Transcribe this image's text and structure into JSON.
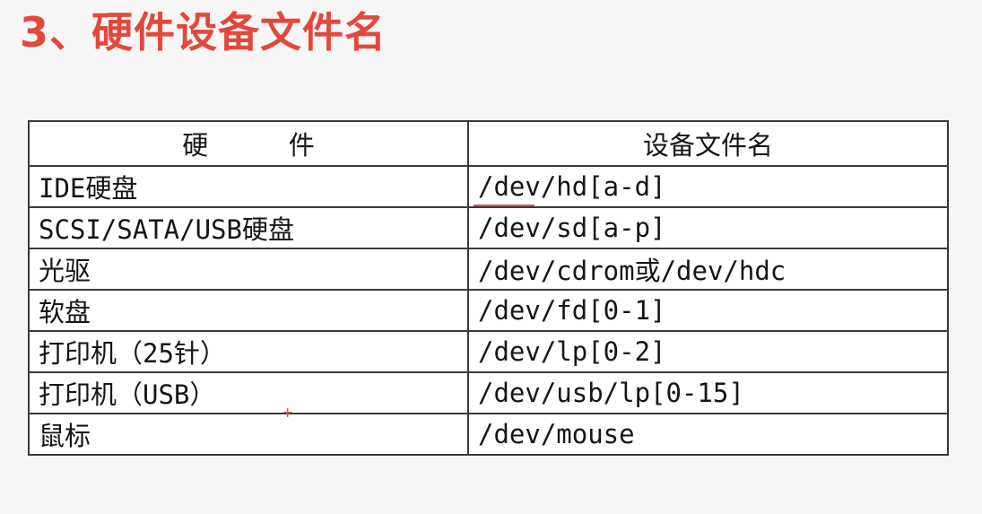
{
  "title": "3、硬件设备文件名",
  "table": {
    "headers": {
      "hardware": "硬 件",
      "device_file": "设备文件名"
    },
    "rows": [
      {
        "hardware": "IDE硬盘",
        "device_file": "/dev/hd[a-d]"
      },
      {
        "hardware": "SCSI/SATA/USB硬盘",
        "device_file": "/dev/sd[a-p]"
      },
      {
        "hardware": "光驱",
        "device_file": "/dev/cdrom或/dev/hdc"
      },
      {
        "hardware": "软盘",
        "device_file": "/dev/fd[0-1]"
      },
      {
        "hardware": "打印机（25针）",
        "device_file": "/dev/lp[0-2]"
      },
      {
        "hardware": "打印机（USB）",
        "device_file": "/dev/usb/lp[0-15]"
      },
      {
        "hardware": "鼠标",
        "device_file": "/dev/mouse"
      }
    ]
  },
  "cursor_symbol": "+",
  "colors": {
    "title": "#e3483d",
    "border": "#3a3a3a",
    "text": "#151515",
    "background": "#f6f6f6"
  }
}
